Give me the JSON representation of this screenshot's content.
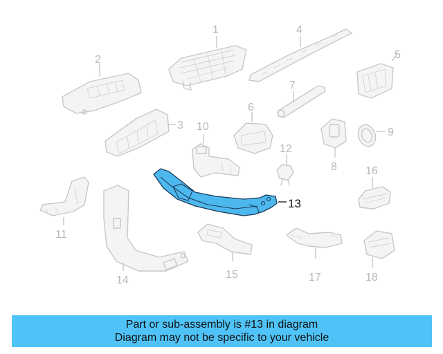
{
  "diagram": {
    "callouts": [
      "1",
      "2",
      "3",
      "4",
      "5",
      "6",
      "7",
      "8",
      "9",
      "10",
      "11",
      "12",
      "13",
      "14",
      "15",
      "16",
      "17",
      "18"
    ],
    "highlighted_part": "13",
    "colors": {
      "highlight": "#4db8ee",
      "ghost": "#c8c8c8",
      "banner": "#4fc3f7"
    }
  },
  "banner": {
    "line1": "Part or sub-assembly is #13 in diagram",
    "line2": "Diagram may not be specific to your vehicle"
  }
}
